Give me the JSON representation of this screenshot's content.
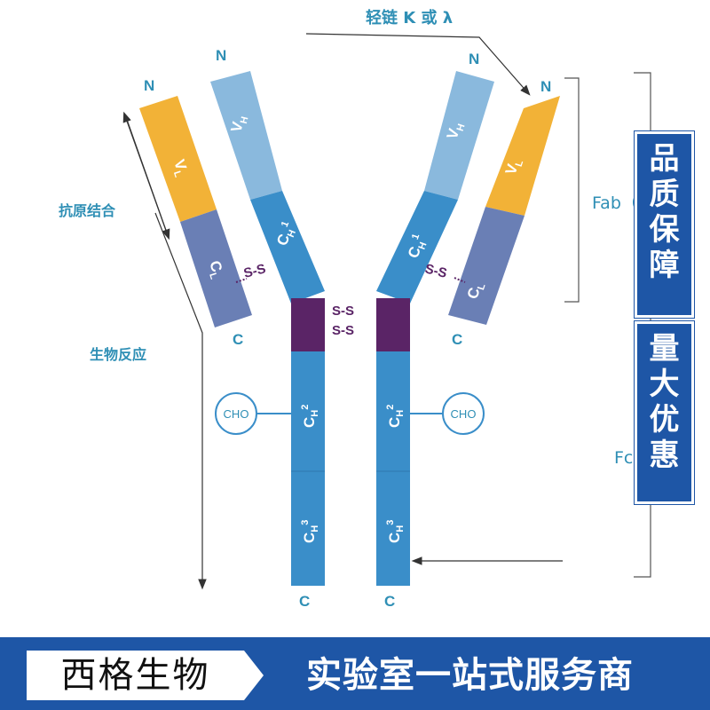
{
  "labels": {
    "light_chain": "轻链 K 或 λ",
    "antigen_binding": "抗原结合",
    "bio_response": "生物反应",
    "fab": "Fab（F",
    "fc": "Fc"
  },
  "termini": {
    "n": "N",
    "c": "C"
  },
  "domains": {
    "vl": "V",
    "vl_sub": "L",
    "vh": "V",
    "vh_sub": "H",
    "cl": "C",
    "cl_sub": "L",
    "ch1": "C",
    "ch1_sub": "H",
    "ch1_sup": "1",
    "ch2": "C",
    "ch2_sub": "H",
    "ch2_sup": "2",
    "ch3": "C",
    "ch3_sub": "H",
    "ch3_sup": "3"
  },
  "bonds": {
    "ss": "S-S",
    "ss_short": "S-S"
  },
  "cho": "CHO",
  "badges": {
    "quality": [
      "品",
      "质",
      "保",
      "障"
    ],
    "discount": [
      "量",
      "大",
      "优",
      "惠"
    ]
  },
  "footer": {
    "brand": "西格生物",
    "slogan": "实验室一站式服务商"
  },
  "colors": {
    "vl": "#f2b237",
    "cl": "#6a7fb5",
    "vh": "#8ab9dd",
    "heavy": "#3a8ec9",
    "hinge": "#5a2466",
    "text": "#2f8fb5",
    "badge": "#1e56a6"
  }
}
